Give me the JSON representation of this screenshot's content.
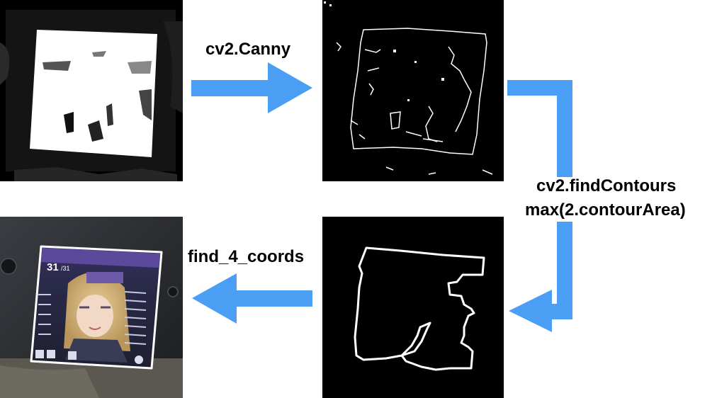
{
  "steps": {
    "canny_label": "cv2.Canny",
    "contours_label_1": "cv2.findContours",
    "contours_label_2": "max(2.contourArea)",
    "coords_label": "find_4_coords"
  },
  "colors": {
    "arrow": "#4a9ff5",
    "background": "#ffffff",
    "panel": "#000000",
    "edge": "#ffffff",
    "screen_frame": "#ffffff",
    "device": "#2a2c30"
  },
  "screen": {
    "counter": "31",
    "counter_total": "/31"
  }
}
